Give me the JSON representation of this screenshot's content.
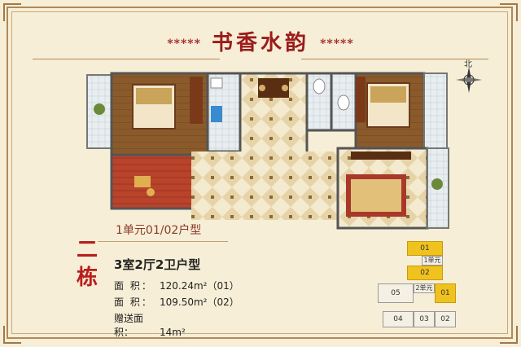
{
  "title": "书香水韵",
  "stars_left": "*****",
  "stars_right": "*****",
  "compass_label": "北",
  "unit_label": "1单元01/02户型",
  "building_chars": [
    "二",
    "栋"
  ],
  "layout_type": "3室2厅2卫户型",
  "areas": [
    {
      "key": "面  积：",
      "value": "120.24m²（01）"
    },
    {
      "key": "面  积：",
      "value": "109.50m²（02）"
    },
    {
      "key": "赠送面积：",
      "value": "14m²"
    }
  ],
  "key_plan": {
    "unit1_label": "1单元",
    "unit2_label": "2单元",
    "cells": [
      "01",
      "02",
      "05",
      "01",
      "04",
      "03",
      "02"
    ]
  },
  "colors": {
    "title_red": "#9b1c1c",
    "highlight_yellow": "#f0c21e"
  }
}
